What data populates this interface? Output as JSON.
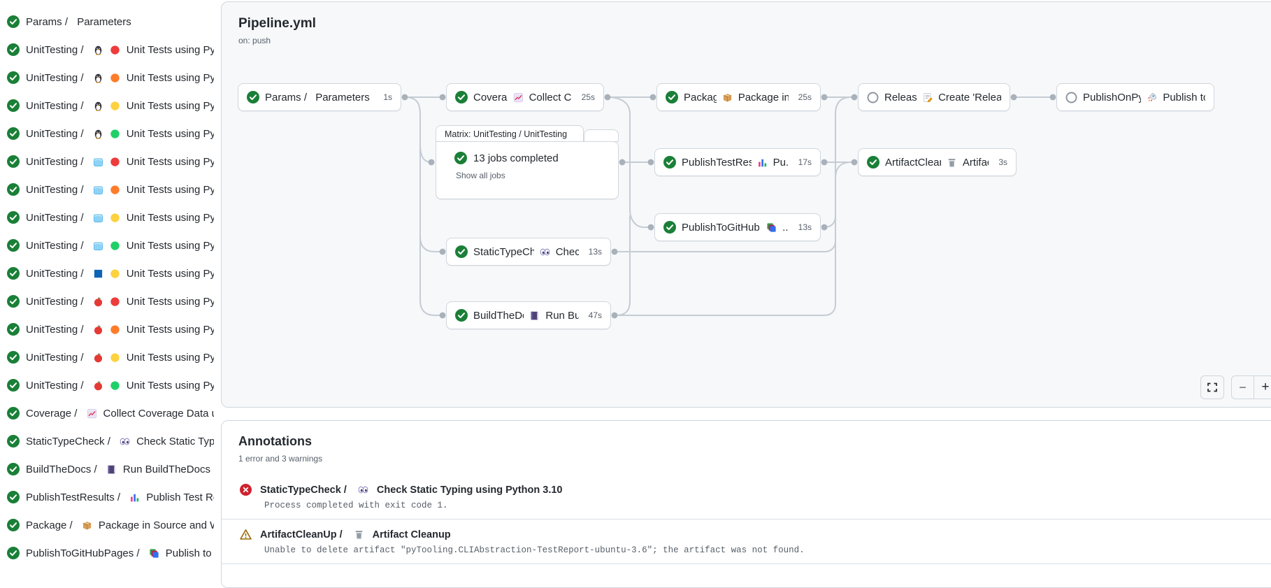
{
  "header": {
    "title": "Pipeline.yml",
    "subtitle": "on: push"
  },
  "sidebar": {
    "items": [
      {
        "prefix": "Params",
        "icons": [],
        "label": "Parameters"
      },
      {
        "prefix": "UnitTesting",
        "icons": [
          "penguin-icon",
          "dot-red"
        ],
        "label": "Unit Tests using Pyth..."
      },
      {
        "prefix": "UnitTesting",
        "icons": [
          "penguin-icon",
          "dot-orange"
        ],
        "label": "Unit Tests using Pyth..."
      },
      {
        "prefix": "UnitTesting",
        "icons": [
          "penguin-icon",
          "dot-yellow"
        ],
        "label": "Unit Tests using Pyth..."
      },
      {
        "prefix": "UnitTesting",
        "icons": [
          "penguin-icon",
          "dot-green"
        ],
        "label": "Unit Tests using Pyth..."
      },
      {
        "prefix": "UnitTesting",
        "icons": [
          "ice-cube-icon",
          "dot-red"
        ],
        "label": "Unit Tests using Pyth..."
      },
      {
        "prefix": "UnitTesting",
        "icons": [
          "ice-cube-icon",
          "dot-orange"
        ],
        "label": "Unit Tests using Pyth..."
      },
      {
        "prefix": "UnitTesting",
        "icons": [
          "ice-cube-icon",
          "dot-yellow"
        ],
        "label": "Unit Tests using Pyth..."
      },
      {
        "prefix": "UnitTesting",
        "icons": [
          "ice-cube-icon",
          "dot-green"
        ],
        "label": "Unit Tests using Pyth..."
      },
      {
        "prefix": "UnitTesting",
        "icons": [
          "windows-icon",
          "dot-yellow"
        ],
        "label": "Unit Tests using Pyth..."
      },
      {
        "prefix": "UnitTesting",
        "icons": [
          "apple-icon",
          "dot-red"
        ],
        "label": "Unit Tests using Pyth..."
      },
      {
        "prefix": "UnitTesting",
        "icons": [
          "apple-icon",
          "dot-orange"
        ],
        "label": "Unit Tests using Pyth..."
      },
      {
        "prefix": "UnitTesting",
        "icons": [
          "apple-icon",
          "dot-yellow"
        ],
        "label": "Unit Tests using Pyth..."
      },
      {
        "prefix": "UnitTesting",
        "icons": [
          "apple-icon",
          "dot-green"
        ],
        "label": "Unit Tests using Pyth..."
      },
      {
        "prefix": "Coverage",
        "icons": [
          "chart-up-icon"
        ],
        "label": "Collect Coverage Data usi..."
      },
      {
        "prefix": "StaticTypeCheck",
        "icons": [
          "eyes-icon"
        ],
        "label": "Check Static Typing..."
      },
      {
        "prefix": "BuildTheDocs",
        "icons": [
          "book-icon"
        ],
        "label": "Run BuildTheDocs"
      },
      {
        "prefix": "PublishTestResults",
        "icons": [
          "bar-chart-icon"
        ],
        "label": "Publish Test Resu..."
      },
      {
        "prefix": "Package",
        "icons": [
          "package-icon"
        ],
        "label": "Package in Source and Wh..."
      },
      {
        "prefix": "PublishToGitHubPages",
        "icons": [
          "layered-pages-icon"
        ],
        "label": "Publish to G..."
      }
    ]
  },
  "graph": {
    "nodes": [
      {
        "id": "params",
        "status": "success",
        "prefix": "Params",
        "icon": null,
        "label": "Parameters",
        "duration": "1s"
      },
      {
        "id": "coverage",
        "status": "success",
        "prefix": "Coverage",
        "icon": "chart-up-icon",
        "label": "Collect Cove...",
        "duration": "25s"
      },
      {
        "id": "package",
        "status": "success",
        "prefix": "Package",
        "icon": "package-icon",
        "label": "Package in So...",
        "duration": "25s"
      },
      {
        "id": "release",
        "status": "skipped",
        "prefix": "Release",
        "icon": "memo-icon",
        "label": "Create 'Release P...",
        "duration": ""
      },
      {
        "id": "pypi",
        "status": "skipped",
        "prefix": "PublishOnPyPI",
        "icon": "rocket-icon",
        "label": "Publish to ...",
        "duration": ""
      },
      {
        "id": "ptr",
        "status": "success",
        "prefix": "PublishTestResults",
        "icon": "bar-chart-icon",
        "label": "Pu...",
        "duration": "17s"
      },
      {
        "id": "acu",
        "status": "success",
        "prefix": "ArtifactCleanUp",
        "icon": "trash-icon",
        "label": "Artifac...",
        "duration": "3s"
      },
      {
        "id": "ptghp",
        "status": "success",
        "prefix": "PublishToGitHubPages",
        "icon": "layered-pages-icon",
        "label": "...",
        "duration": "13s"
      },
      {
        "id": "stc",
        "status": "success",
        "prefix": "StaticTypeCheck",
        "icon": "eyes-icon",
        "label": "Chec...",
        "duration": "13s"
      },
      {
        "id": "btd",
        "status": "success",
        "prefix": "BuildTheDocs",
        "icon": "book-icon",
        "label": "Run Buil...",
        "duration": "47s"
      }
    ],
    "matrix": {
      "tab": "Matrix: UnitTesting / UnitTesting",
      "status_text": "13 jobs completed",
      "link": "Show all jobs"
    },
    "controls": {
      "fullscreen": "fullscreen-icon",
      "zoom_out": "−",
      "zoom_in": "+"
    }
  },
  "annotations": {
    "title": "Annotations",
    "summary": "1 error and 3 warnings",
    "items": [
      {
        "severity": "error",
        "prefix": "StaticTypeCheck",
        "icon": "eyes-icon",
        "label": "Check Static Typing using Python 3.10",
        "message": "Process completed with exit code 1."
      },
      {
        "severity": "warning",
        "prefix": "ArtifactCleanUp",
        "icon": "trash-icon",
        "label": "Artifact Cleanup",
        "message": "Unable to delete artifact \"pyTooling.CLIAbstraction-TestReport-ubuntu-3.6\"; the artifact was not found."
      }
    ]
  },
  "colors": {
    "success_green": "#1a7f37",
    "error_red": "#cf222e",
    "warning_amber": "#9a6700",
    "panel_bg": "#f6f8fa",
    "border": "#d0d7de",
    "edge": "#c6ccd4",
    "muted_text": "#57606a"
  }
}
